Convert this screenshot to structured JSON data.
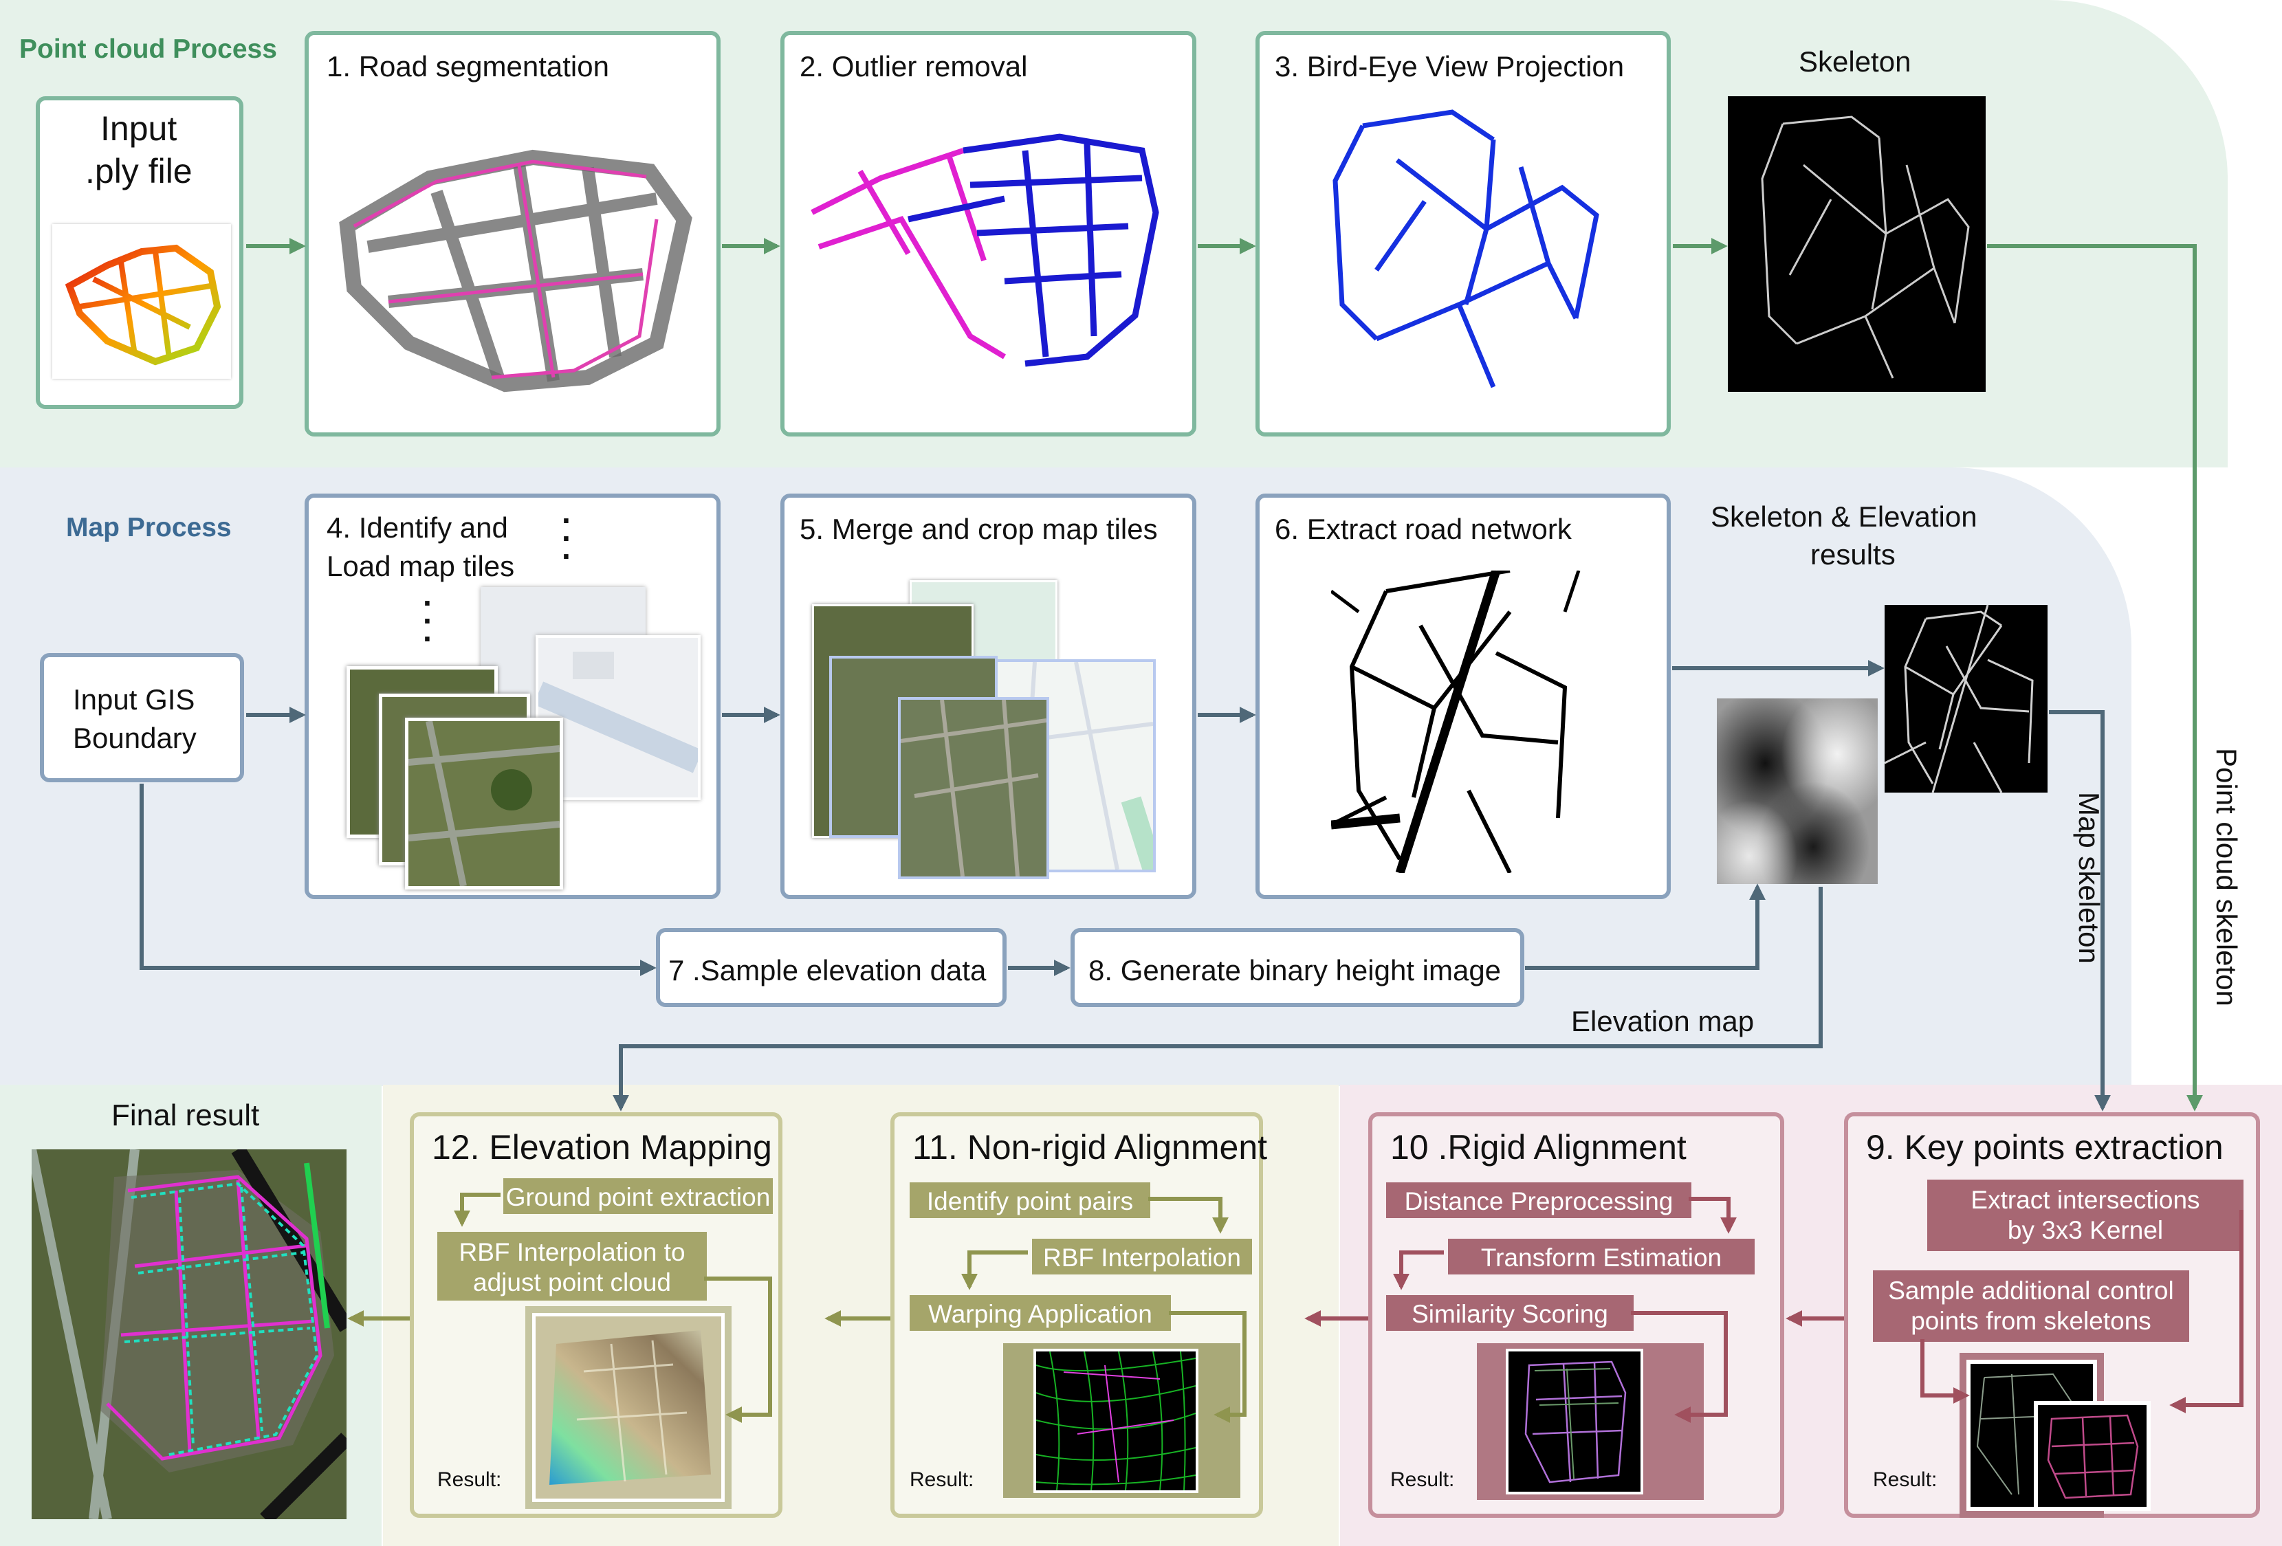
{
  "sections": {
    "point_cloud": "Point cloud Process",
    "map": "Map Process"
  },
  "colors": {
    "green_band": "#e6f2ea",
    "blue_band": "#e8edf3",
    "olive_band": "#f4f4e8",
    "pink_band": "#f5e8ee",
    "green_border": "#7fb89e",
    "blue_border": "#8aa2bd",
    "olive_accent": "#a5a56a",
    "rose_accent": "#a76773",
    "green_arrow": "#5c9a6a",
    "slate_arrow": "#4f6878"
  },
  "point_cloud": {
    "input_line1": "Input",
    "input_line2": ".ply file",
    "step1": "1. Road segmentation",
    "step2": "2. Outlier removal",
    "step3": "3. Bird-Eye View Projection",
    "skeleton": "Skeleton"
  },
  "map": {
    "input_line1": "Input GIS",
    "input_line2": "Boundary",
    "step4_line1": "4. Identify and",
    "step4_line2": "Load map tiles",
    "step5": "5. Merge and crop map tiles",
    "step6": "6. Extract road network",
    "skel_elev_line1": "Skeleton & Elevation",
    "skel_elev_line2": "results",
    "step7": "7 .Sample elevation data",
    "step8": "8. Generate binary height image",
    "elevation_map": "Elevation map",
    "map_skeleton": "Map skeleton",
    "pc_skeleton": "Point cloud skeleton"
  },
  "final": {
    "title": "Final result"
  },
  "step12": {
    "title": "12. Elevation Mapping",
    "ground": "Ground point extraction",
    "rbf_line1": "RBF Interpolation to",
    "rbf_line2": "adjust point cloud",
    "result": "Result:"
  },
  "step11": {
    "title": "11. Non-rigid Alignment",
    "pairs": "Identify point pairs",
    "rbf": "RBF Interpolation",
    "warp": "Warping Application",
    "result": "Result:"
  },
  "step10": {
    "title": "10 .Rigid Alignment",
    "dist": "Distance Preprocessing",
    "transform": "Transform Estimation",
    "sim": "Similarity Scoring",
    "result": "Result:"
  },
  "step9": {
    "title": "9. Key points extraction",
    "extract_line1": "Extract intersections",
    "extract_line2": "by 3x3 Kernel",
    "sample_line1": "Sample additional control",
    "sample_line2": "points from skeletons",
    "result": "Result:"
  }
}
